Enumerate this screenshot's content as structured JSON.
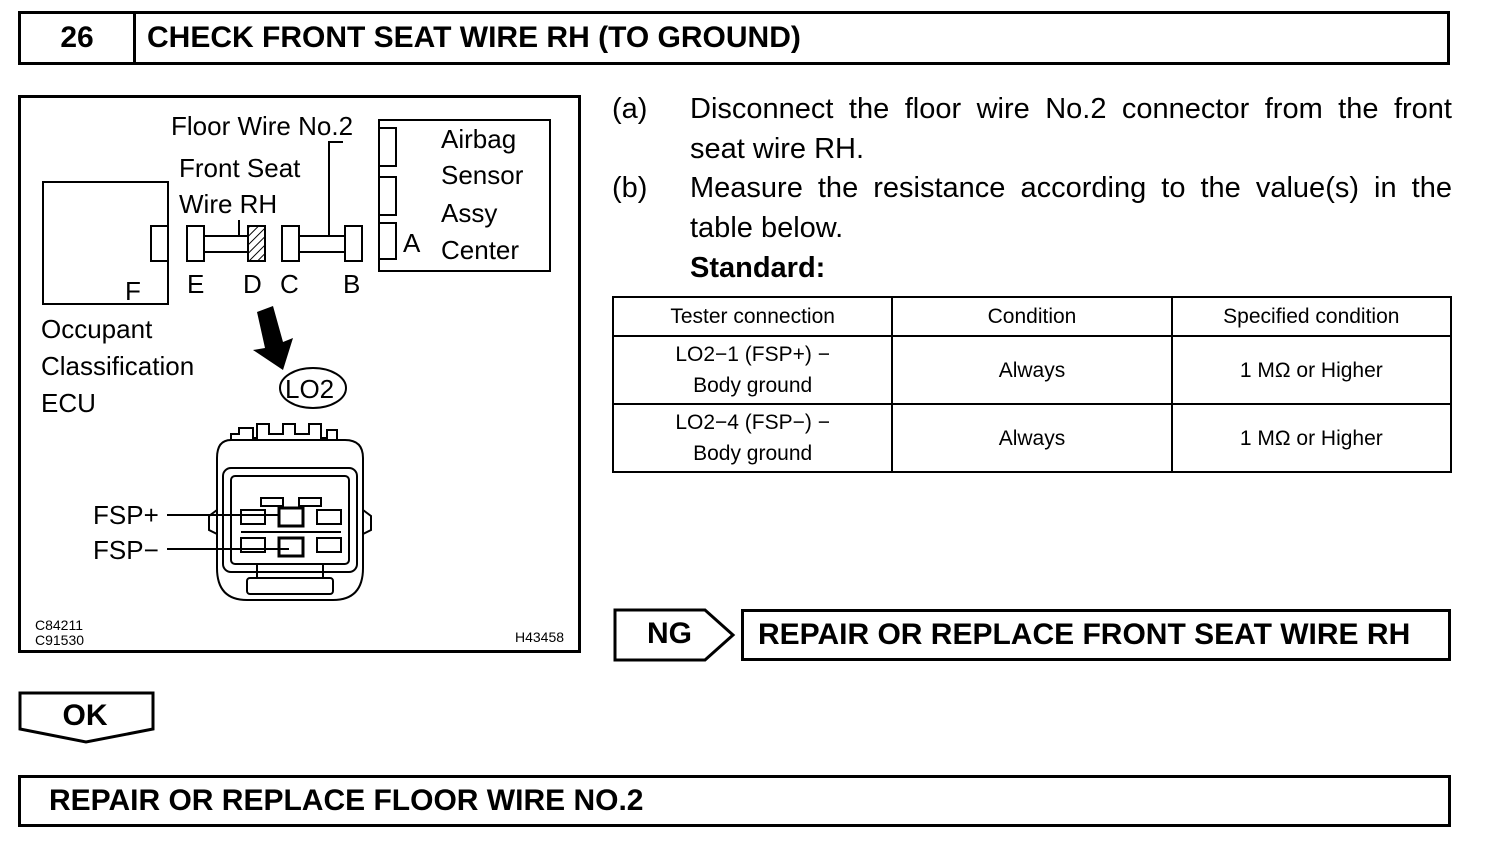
{
  "header": {
    "step_number": "26",
    "title": "CHECK FRONT SEAT WIRE RH (TO GROUND)"
  },
  "figure": {
    "labels": {
      "floor_wire": "Floor Wire No.2",
      "front_seat_1": "Front Seat",
      "front_seat_2": "Wire RH",
      "airbag_1": "Airbag",
      "airbag_2": "Sensor",
      "airbag_3": "Assy",
      "airbag_4": "Center",
      "ecu_1": "Occupant",
      "ecu_2": "Classification",
      "ecu_3": "ECU",
      "conn_a": "A",
      "conn_b": "B",
      "conn_c": "C",
      "conn_d": "D",
      "conn_e": "E",
      "conn_f": "F",
      "connector_id": "LO2",
      "fsp_plus": "FSP+",
      "fsp_minus": "FSP−",
      "code_1": "C84211",
      "code_2": "C91530",
      "code_3": "H43458"
    }
  },
  "steps": [
    {
      "key": "(a)",
      "text": "Disconnect the floor wire No.2 connector from the front seat wire RH."
    },
    {
      "key": "(b)",
      "text": "Measure the resistance according to the value(s) in the table below."
    }
  ],
  "standard_label": "Standard:",
  "table": {
    "headers": [
      "Tester connection",
      "Condition",
      "Specified condition"
    ],
    "rows": [
      {
        "c1a": "LO2−1 (FSP+) −",
        "c1b": "Body ground",
        "c2": "Always",
        "c3": "1 MΩ or Higher"
      },
      {
        "c1a": "LO2−4 (FSP−) −",
        "c1b": "Body ground",
        "c2": "Always",
        "c3": "1 MΩ or Higher"
      }
    ]
  },
  "ng": {
    "label": "NG",
    "action": "REPAIR OR REPLACE FRONT SEAT WIRE RH"
  },
  "ok": {
    "label": "OK"
  },
  "final_action": "REPAIR OR REPLACE FLOOR WIRE NO.2"
}
